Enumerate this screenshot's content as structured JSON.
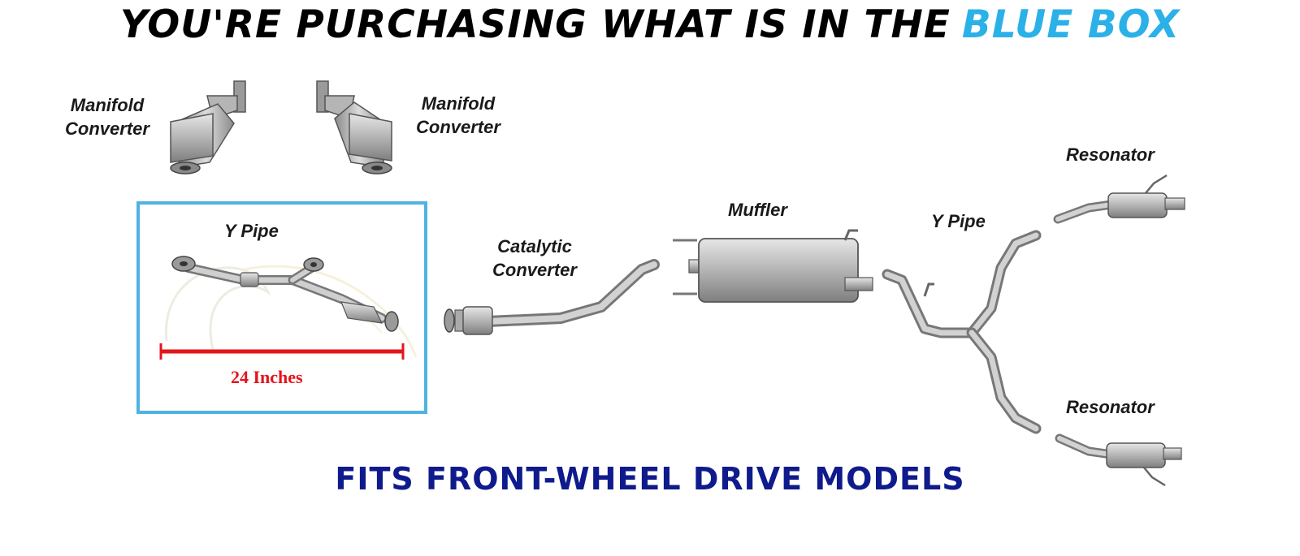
{
  "headline": {
    "text": "YOU'RE PURCHASING WHAT IS IN THE",
    "accent_text": "BLUE BOX",
    "accent_color": "#2bb1e8",
    "text_color": "#000000"
  },
  "labels": {
    "manifold_left": [
      "Manifold",
      "Converter"
    ],
    "manifold_right": [
      "Manifold",
      "Converter"
    ],
    "y_pipe_boxed": "Y Pipe",
    "catalytic": [
      "Catalytic",
      "Converter"
    ],
    "muffler": "Muffler",
    "y_pipe_rear": "Y Pipe",
    "resonator_top": "Resonator",
    "resonator_bottom": "Resonator"
  },
  "dimension": {
    "text": "24 Inches",
    "color": "#e4141b"
  },
  "highlight_box_color": "#4eb3e3",
  "fits_text": "FITS FRONT-WHEEL DRIVE MODELS",
  "fits_text_color": "#0f1b8c"
}
